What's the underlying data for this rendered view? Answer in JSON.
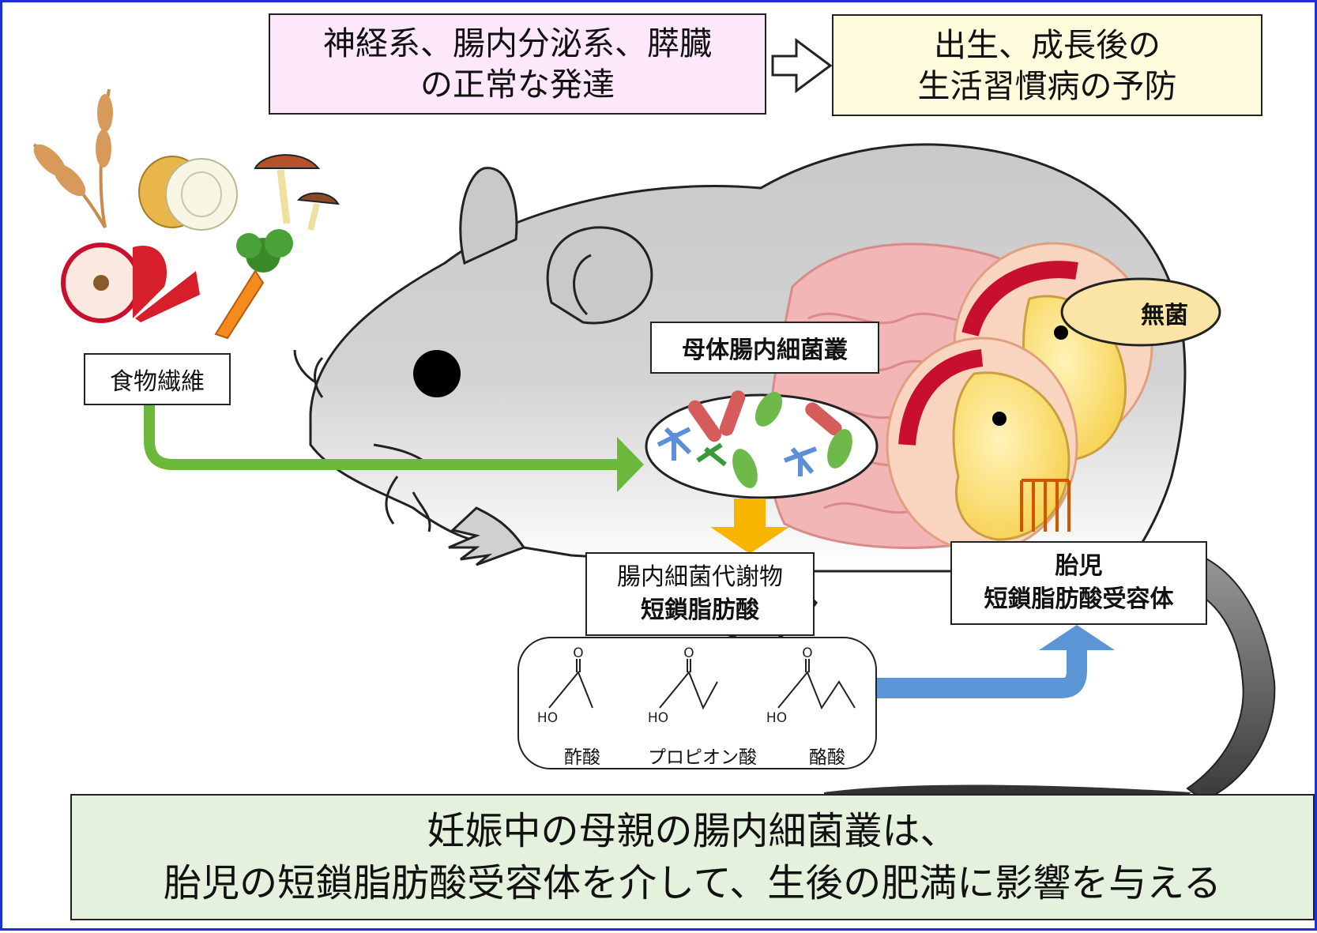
{
  "top": {
    "development": [
      "神経系、腸内分泌系、膵臓",
      "の正常な発達"
    ],
    "prevention": [
      "出生、成長後の",
      "生活習慣病の予防"
    ]
  },
  "labels": {
    "dietary_fiber": "食物繊維",
    "maternal_microbiota": "母体腸内細菌叢",
    "germ_free": "無菌",
    "metabolite_line1": "腸内細菌代謝物",
    "metabolite_line2": "短鎖脂肪酸",
    "fetus": "胎児",
    "receptor": "短鎖脂肪酸受容体"
  },
  "molecules": [
    {
      "name": "酢酸",
      "o": "O",
      "ho": "HO"
    },
    {
      "name": "プロピオン酸",
      "o": "O",
      "ho": "HO"
    },
    {
      "name": "酪酸",
      "o": "O",
      "ho": "HO"
    }
  ],
  "conclusion": [
    "妊娠中の母親の腸内細菌叢は、",
    "胎児の短鎖脂肪酸受容体を介して、生後の肥満に影響を与える"
  ],
  "colors": {
    "border": "#1f2fd6",
    "mouse_body": "#c9c9c9",
    "arrow_fiber": "#6bb83a",
    "arrow_metabolite": "#f7b500",
    "arrow_receptor": "#5b95d6",
    "gut": "#f2b6b6",
    "embryo": "#fbe27f",
    "germ_free_bubble": "#fbe5a6",
    "development_box": "#fde8fb",
    "prevention_box": "#fffbdc",
    "conclusion_box": "#e4f1dc"
  }
}
